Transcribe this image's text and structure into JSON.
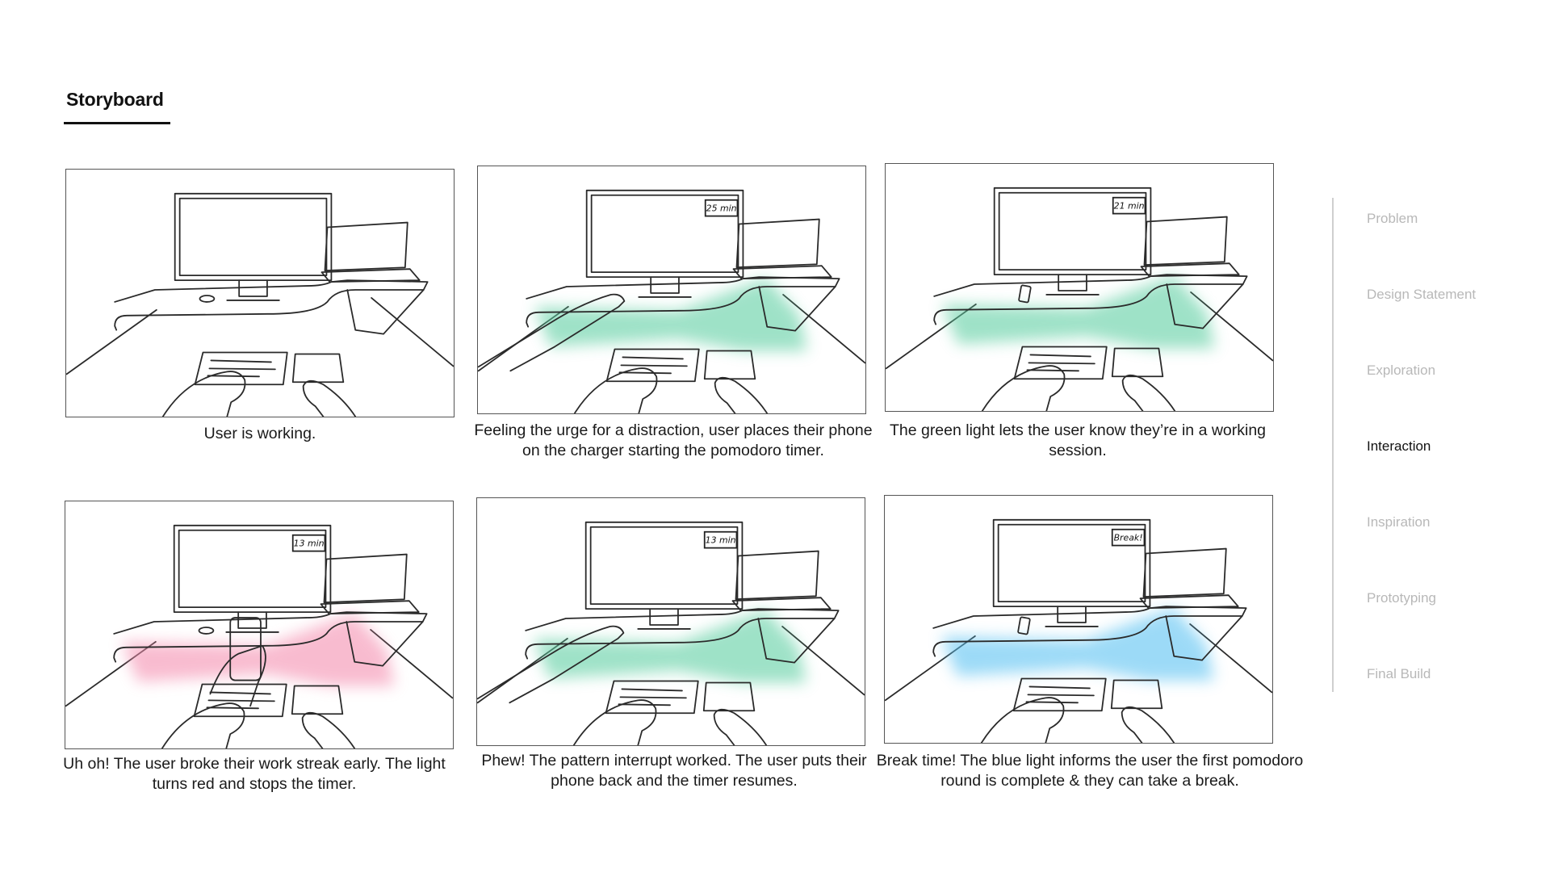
{
  "header": {
    "title": "Storyboard"
  },
  "panels": [
    {
      "caption": "User is working.",
      "timer": "",
      "glow": "none",
      "glow_color": "",
      "phone": "pad"
    },
    {
      "caption": "Feeling the urge for a distraction, user places their phone on the charger starting the pomodoro timer.",
      "timer": "25 min",
      "glow": "on",
      "glow_color": "#5fcfa3",
      "phone": "placing"
    },
    {
      "caption": "The green light lets the user know they’re in a working session.",
      "timer": "21 min",
      "glow": "on",
      "glow_color": "#5fcfa3",
      "phone": "docked"
    },
    {
      "caption": "Uh oh! The user broke their work streak early. The light turns red and stops the timer.",
      "timer": "13 min",
      "glow": "on",
      "glow_color": "#f48fb0",
      "phone": "held"
    },
    {
      "caption": "Phew! The pattern interrupt worked. The user puts their phone back and the timer resumes.",
      "timer": "13 min",
      "glow": "on",
      "glow_color": "#5fcfa3",
      "phone": "placing"
    },
    {
      "caption": "Break time! The blue light informs the user the first pomodoro round is complete & they can take a break.",
      "timer": "Break!",
      "glow": "on",
      "glow_color": "#5cc2f2",
      "phone": "docked"
    }
  ],
  "nav": {
    "items": [
      "Problem",
      "Design Statement",
      "Exploration",
      "Interaction",
      "Inspiration",
      "Prototyping",
      "Final Build"
    ],
    "active": "Interaction"
  }
}
